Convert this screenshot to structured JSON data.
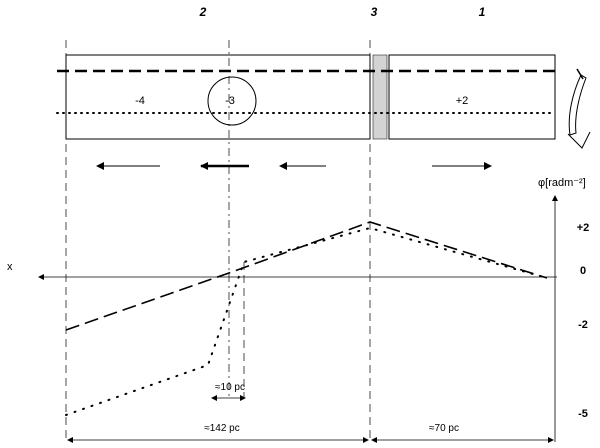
{
  "regions": [
    {
      "label": "2"
    },
    {
      "label": "3"
    },
    {
      "label": "1"
    }
  ],
  "box_values": {
    "left": "-4",
    "circle": "-3",
    "right": "+2"
  },
  "axis": {
    "x_label": "x",
    "y_label": "φ[radm⁻²]",
    "ticks": [
      {
        "label": "+2",
        "value": 2
      },
      {
        "label": "0",
        "value": 0
      },
      {
        "label": "-2",
        "value": -2
      },
      {
        "label": "-5",
        "value": -5
      }
    ]
  },
  "dimensions": {
    "small": "≈10 pc",
    "left_span": "≈142 pc",
    "right_span": "≈70 pc"
  },
  "colors": {
    "line": "#000000",
    "gap": "#d3d3d3"
  }
}
